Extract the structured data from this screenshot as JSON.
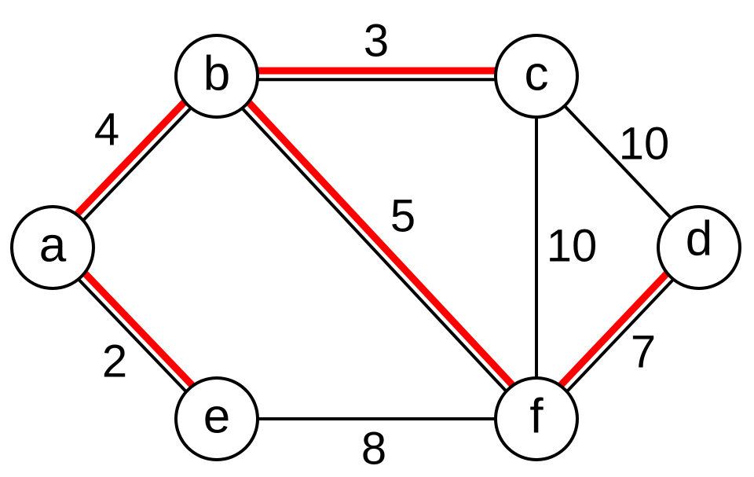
{
  "colors": {
    "highlight": "#ff0000",
    "edge": "#000000",
    "node_fill": "#ffffff"
  },
  "nodes": [
    {
      "id": "a",
      "label": "a"
    },
    {
      "id": "b",
      "label": "b"
    },
    {
      "id": "c",
      "label": "c"
    },
    {
      "id": "d",
      "label": "d"
    },
    {
      "id": "e",
      "label": "e"
    },
    {
      "id": "f",
      "label": "f"
    }
  ],
  "edges": [
    {
      "from": "a",
      "to": "b",
      "weight": "4",
      "highlighted": true
    },
    {
      "from": "a",
      "to": "e",
      "weight": "2",
      "highlighted": true
    },
    {
      "from": "b",
      "to": "c",
      "weight": "3",
      "highlighted": true
    },
    {
      "from": "b",
      "to": "f",
      "weight": "5",
      "highlighted": true
    },
    {
      "from": "c",
      "to": "d",
      "weight": "10",
      "highlighted": false
    },
    {
      "from": "c",
      "to": "f",
      "weight": "10",
      "highlighted": false
    },
    {
      "from": "d",
      "to": "f",
      "weight": "7",
      "highlighted": true
    },
    {
      "from": "e",
      "to": "f",
      "weight": "8",
      "highlighted": false
    }
  ]
}
